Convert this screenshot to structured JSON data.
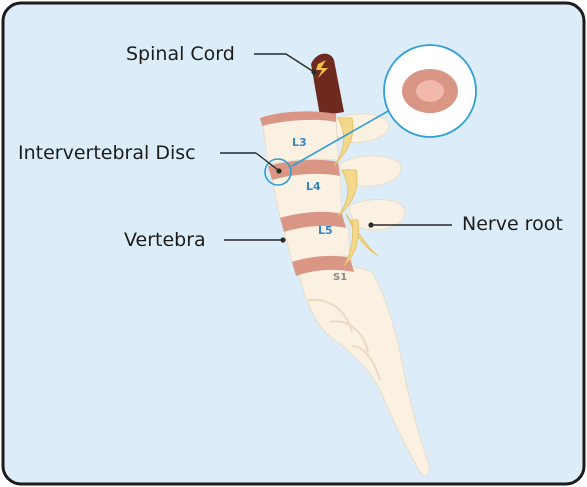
{
  "labels": {
    "spinal_cord": "Spinal Cord",
    "intervertebral_disc": "Intervertebral Disc",
    "vertebra": "Vertebra",
    "nerve_root": "Nerve root"
  },
  "vertebra_labels": {
    "l3": "L3",
    "l4": "L4",
    "l5": "L5",
    "s1": "S1"
  },
  "colors": {
    "background": "#dcedf9",
    "frame": "#1c1c1c",
    "bone": "#fbf1e3",
    "disc": "#d99684",
    "spinal_cord": "#6e2a1e",
    "nerve": "#f4d98d",
    "callout": "#2f9fd4",
    "vertebra_label": "#2f86c6"
  }
}
